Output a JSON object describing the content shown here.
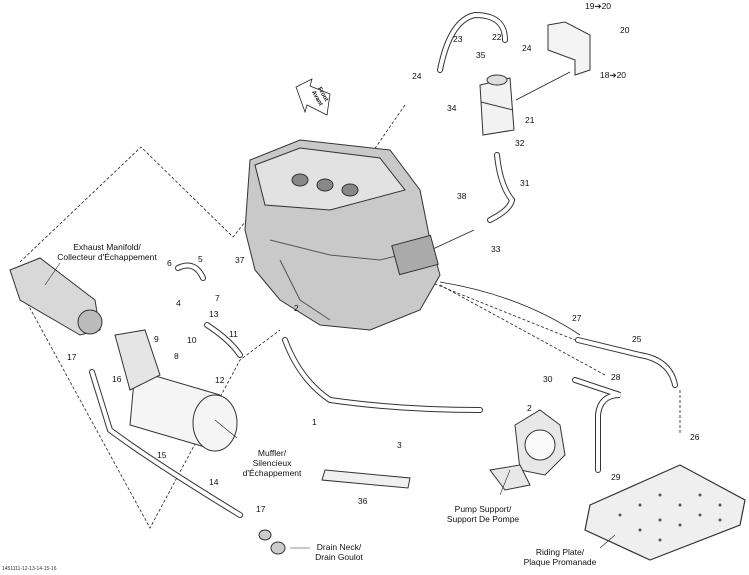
{
  "figure_id": "1451111-12-13-14-15-16",
  "direction_arrow": {
    "line1": "Front",
    "line2": "Avant"
  },
  "assembly_labels": {
    "exhaust_manifold": [
      "Exhaust Manifold/",
      "Collecteur d'Échappement"
    ],
    "muffler": [
      "Muffler/",
      "Silencieux",
      "d'Échappement"
    ],
    "drain_neck": [
      "Drain Neck/",
      "Drain Goulot"
    ],
    "pump_support": [
      "Pump Support/",
      "Support De Pompe"
    ],
    "riding_plate": [
      "Riding Plate/",
      "Plaque Promanade"
    ]
  },
  "callouts": [
    {
      "id": "c1",
      "text": "1"
    },
    {
      "id": "c2a",
      "text": "2"
    },
    {
      "id": "c2b",
      "text": "2"
    },
    {
      "id": "c3",
      "text": "3"
    },
    {
      "id": "c4",
      "text": "4"
    },
    {
      "id": "c5",
      "text": "5"
    },
    {
      "id": "c6",
      "text": "6"
    },
    {
      "id": "c7",
      "text": "7"
    },
    {
      "id": "c8",
      "text": "8"
    },
    {
      "id": "c9",
      "text": "9"
    },
    {
      "id": "c10",
      "text": "10"
    },
    {
      "id": "c11",
      "text": "11"
    },
    {
      "id": "c12",
      "text": "12"
    },
    {
      "id": "c13",
      "text": "13"
    },
    {
      "id": "c14",
      "text": "14"
    },
    {
      "id": "c15",
      "text": "15"
    },
    {
      "id": "c16",
      "text": "16"
    },
    {
      "id": "c17a",
      "text": "17"
    },
    {
      "id": "c17b",
      "text": "17"
    },
    {
      "id": "c18",
      "text": "18➔20"
    },
    {
      "id": "c19",
      "text": "19➔20"
    },
    {
      "id": "c20",
      "text": "20"
    },
    {
      "id": "c21",
      "text": "21"
    },
    {
      "id": "c22",
      "text": "22"
    },
    {
      "id": "c23",
      "text": "23"
    },
    {
      "id": "c24a",
      "text": "24"
    },
    {
      "id": "c24b",
      "text": "24"
    },
    {
      "id": "c25",
      "text": "25"
    },
    {
      "id": "c26",
      "text": "26"
    },
    {
      "id": "c27",
      "text": "27"
    },
    {
      "id": "c28",
      "text": "28"
    },
    {
      "id": "c29",
      "text": "29"
    },
    {
      "id": "c30",
      "text": "30"
    },
    {
      "id": "c31",
      "text": "31"
    },
    {
      "id": "c32",
      "text": "32"
    },
    {
      "id": "c33",
      "text": "33"
    },
    {
      "id": "c34",
      "text": "34"
    },
    {
      "id": "c35",
      "text": "35"
    },
    {
      "id": "c36",
      "text": "36"
    },
    {
      "id": "c37",
      "text": "37"
    },
    {
      "id": "c38",
      "text": "38"
    }
  ]
}
